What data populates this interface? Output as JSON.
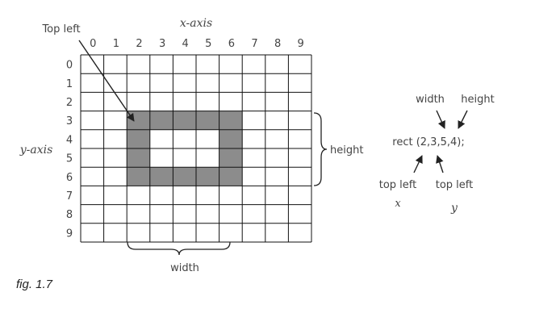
{
  "axes": {
    "x_title": "x-axis",
    "y_title": "y-axis",
    "x_ticks": [
      "0",
      "1",
      "2",
      "3",
      "4",
      "5",
      "6",
      "7",
      "8",
      "9"
    ],
    "y_ticks": [
      "0",
      "1",
      "2",
      "3",
      "4",
      "5",
      "6",
      "7",
      "8",
      "9"
    ]
  },
  "grid": {
    "columns": 10,
    "rows": 10
  },
  "rectangle": {
    "x": 2,
    "y": 3,
    "width": 5,
    "height": 4,
    "fill": "#8c8c8c"
  },
  "annotations": {
    "top_left": "Top left",
    "height": "height",
    "width": "width"
  },
  "code_panel": {
    "code": "rect (2,3,5,4);",
    "width_label": "width",
    "height_label": "height",
    "top_left_x_label": "top left",
    "top_left_x_sub": "x",
    "top_left_y_label": "top left",
    "top_left_y_sub": "y"
  },
  "caption": "fig. 1.7",
  "colors": {
    "grid_line": "#111111",
    "ink": "#444444"
  }
}
